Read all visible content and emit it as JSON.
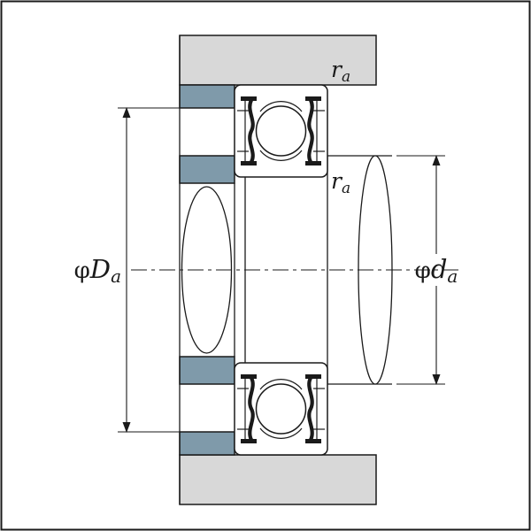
{
  "diagram": {
    "type": "bearing-mounting-cross-section",
    "colors": {
      "housing_gray": "#d8d8d8",
      "shoulder_blue": "#7f9aaa",
      "line": "#1a1a1a",
      "background": "#ffffff"
    },
    "labels": {
      "dia_housing": {
        "prefix": "φ",
        "symbol": "D",
        "sub": "a"
      },
      "dia_shaft": {
        "prefix": "φ",
        "symbol": "d",
        "sub": "a"
      },
      "fillet_housing": {
        "symbol": "r",
        "sub": "a"
      },
      "fillet_shaft": {
        "symbol": "r",
        "sub": "a"
      }
    }
  }
}
